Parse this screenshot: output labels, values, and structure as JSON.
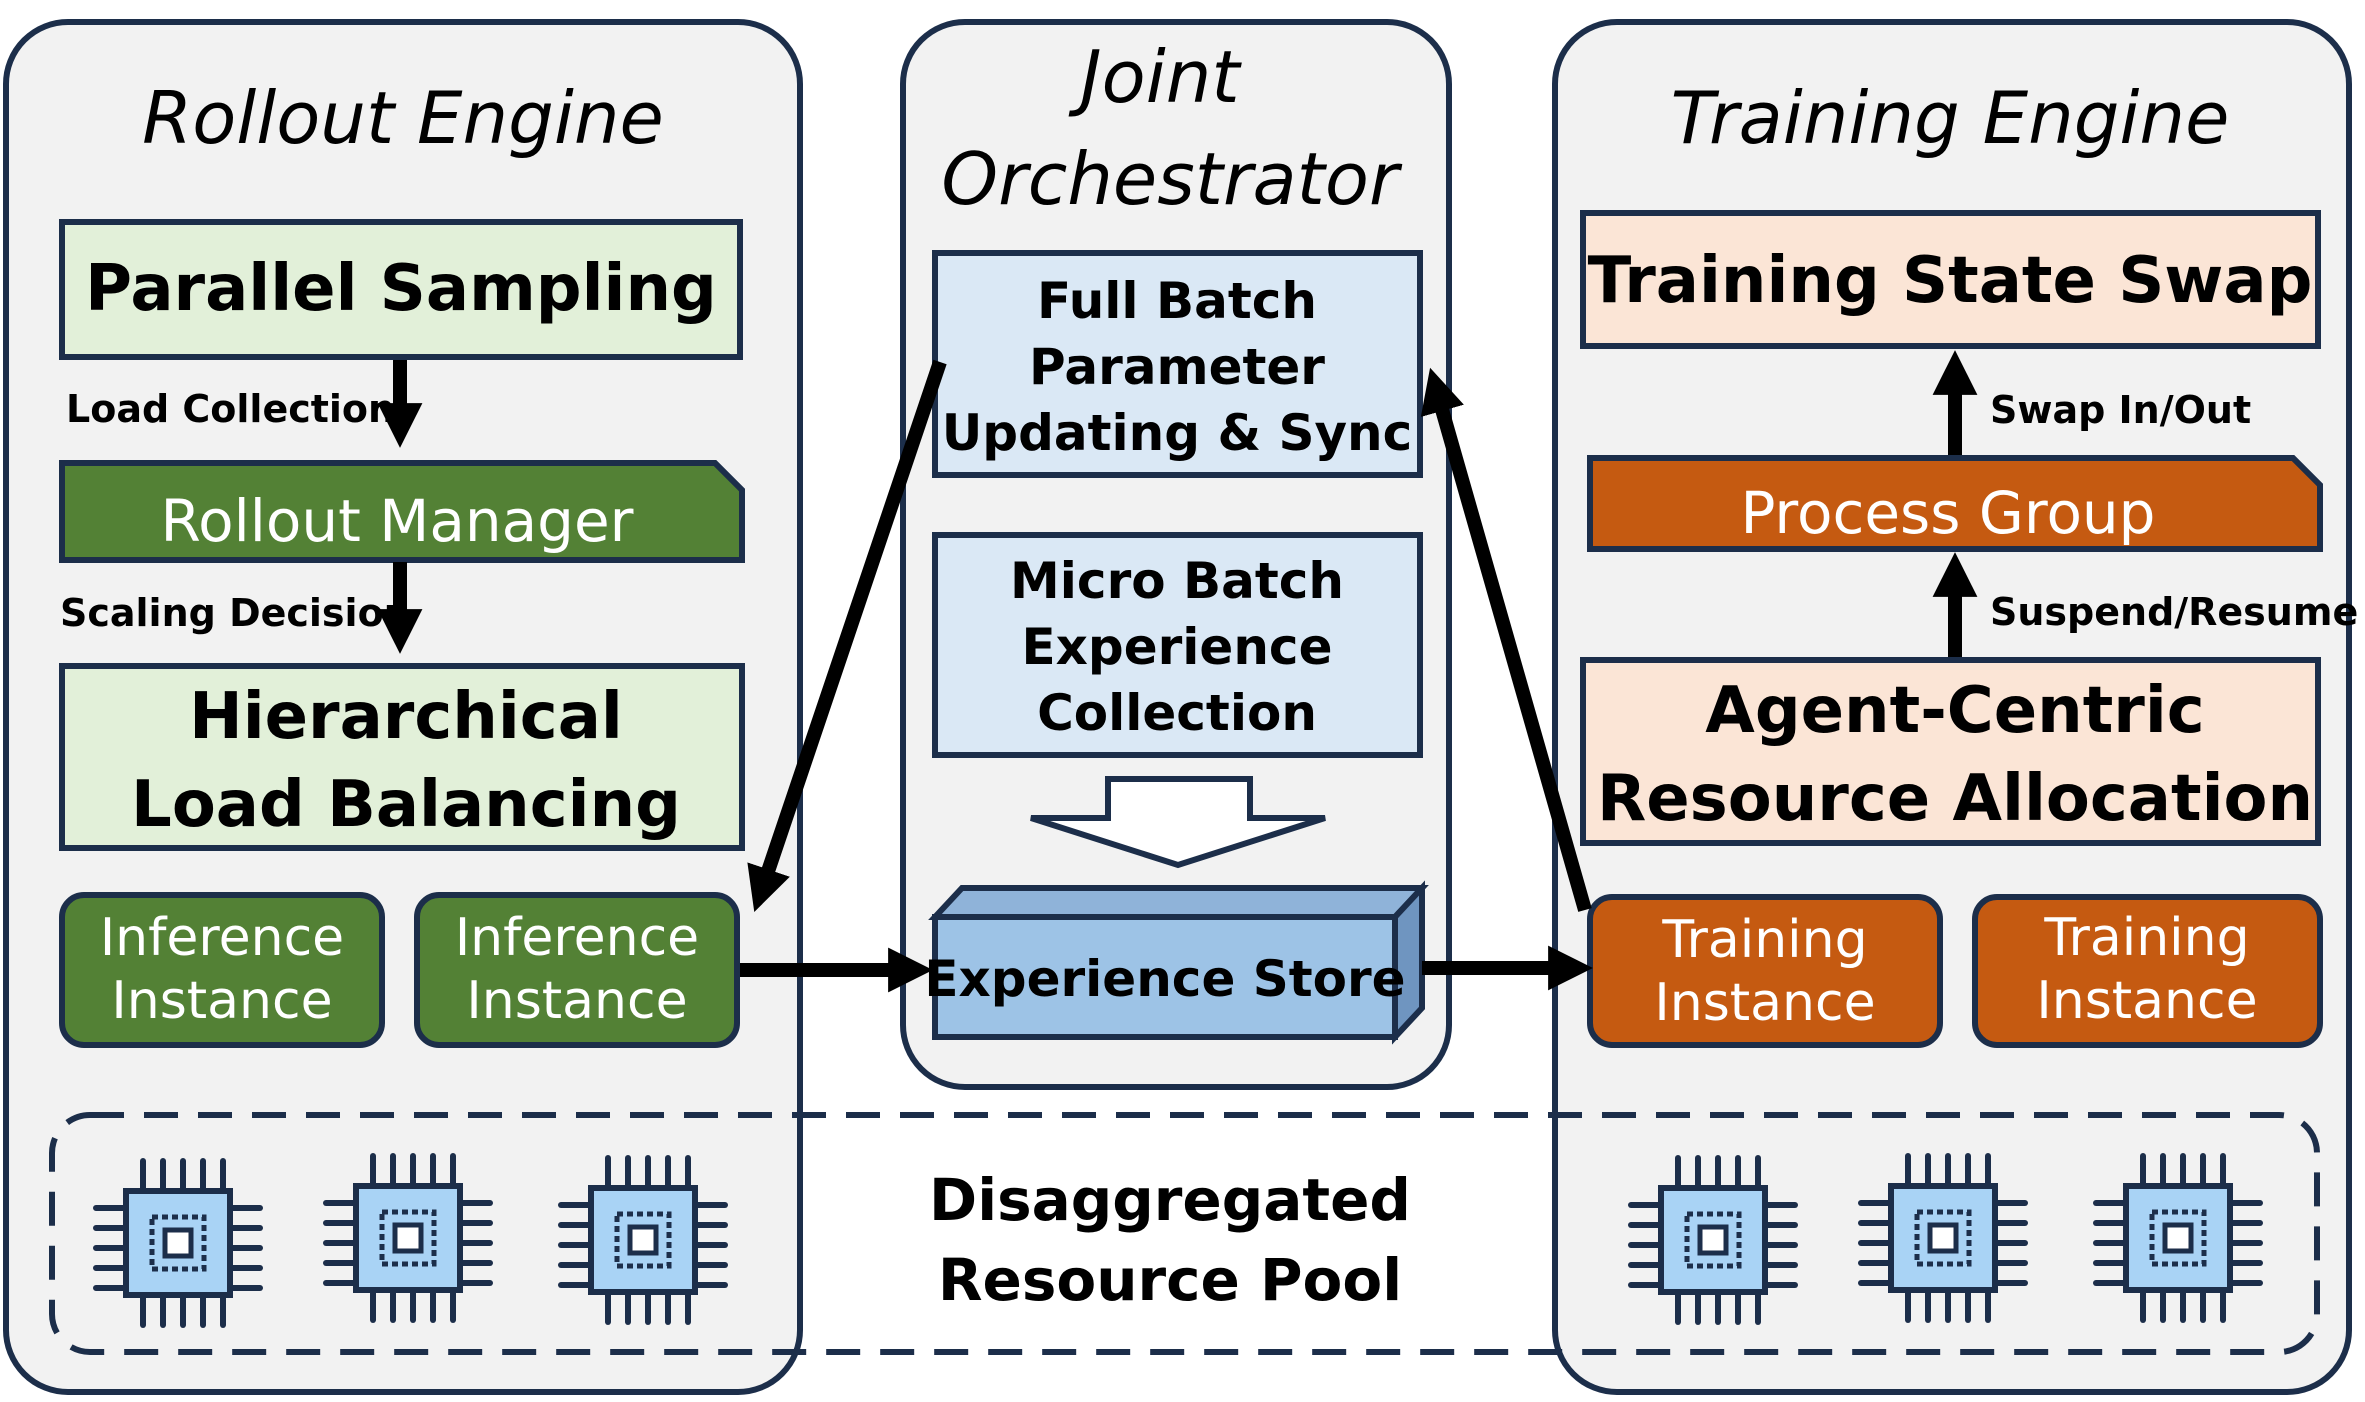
{
  "panels": {
    "rollout_title": "Rollout Engine",
    "orchestrator_title_line1": "Joint",
    "orchestrator_title_line2": "Orchestrator",
    "training_title": "Training Engine"
  },
  "rollout": {
    "parallel_sampling": "Parallel Sampling",
    "load_collection": "Load Collection",
    "rollout_manager": "Rollout Manager",
    "scaling_decision": "Scaling Decision",
    "hlb_line1": "Hierarchical",
    "hlb_line2": "Load Balancing",
    "inference_1_line1": "Inference",
    "inference_1_line2": "Instance",
    "inference_2_line1": "Inference",
    "inference_2_line2": "Instance"
  },
  "orchestrator": {
    "full_batch_line1": "Full Batch",
    "full_batch_line2": "Parameter",
    "full_batch_line3": "Updating & Sync",
    "micro_batch_line1": "Micro Batch",
    "micro_batch_line2": "Experience",
    "micro_batch_line3": "Collection",
    "experience_store": "Experience Store"
  },
  "training": {
    "state_swap": "Training State Swap",
    "swap_in_out": "Swap In/Out",
    "process_group": "Process Group",
    "suspend_resume": "Suspend/Resume",
    "acra_line1": "Agent-Centric",
    "acra_line2": "Resource Allocation",
    "training_1_line1": "Training",
    "training_1_line2": "Instance",
    "training_2_line1": "Training",
    "training_2_line2": "Instance"
  },
  "pool": {
    "line1": "Disaggregated",
    "line2": "Resource Pool"
  },
  "icons": {
    "chip": "chip-icon"
  },
  "colors": {
    "outline": "#1c2e4a",
    "panel_fill": "#f2f2f2",
    "light_green": "#e2f0d9",
    "dark_green": "#538135",
    "light_blue": "#dae8f5",
    "store_blue": "#9dc3e6",
    "light_orange": "#fbe5d6",
    "dark_orange": "#c55a11",
    "chip_fill": "#a9d3f5"
  }
}
